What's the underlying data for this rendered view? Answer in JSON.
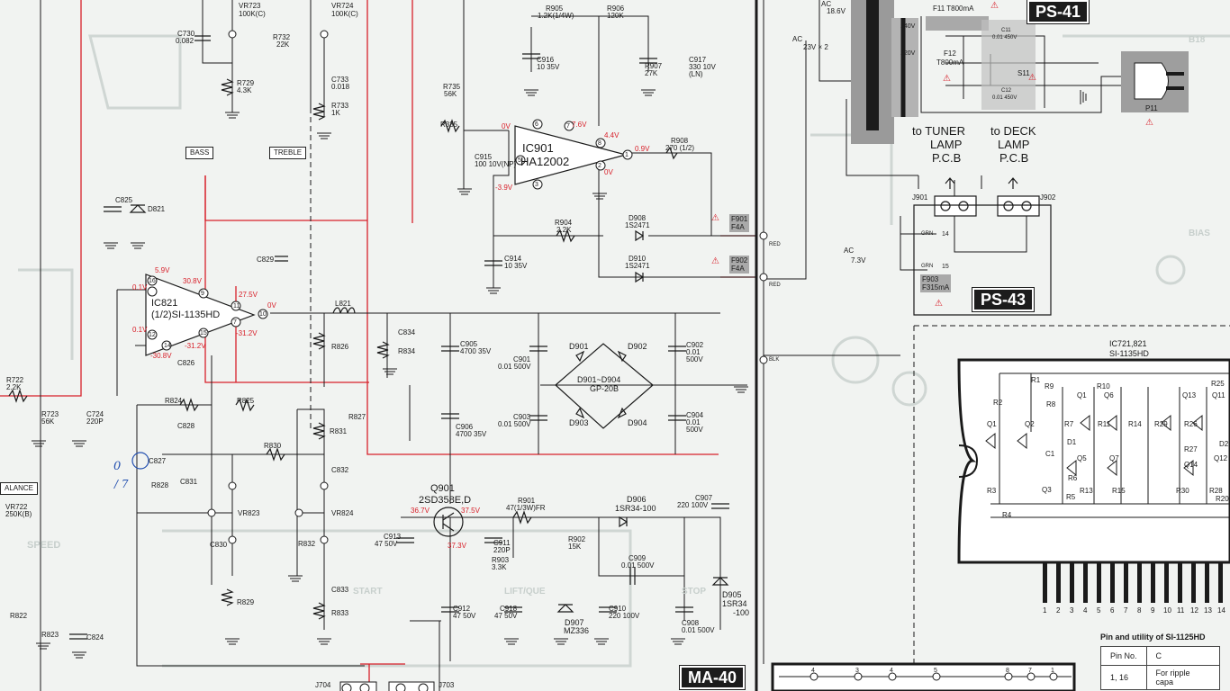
{
  "blocks": {
    "ps41": "PS-41",
    "ps43": "PS-43",
    "ma40": "MA-40"
  },
  "ics": {
    "ic901_ref": "IC901",
    "ic901_part": "HA12002",
    "ic821_ref": "IC821",
    "ic821_part": "(1/2)SI-1135HD",
    "ic721_ref": "IC721,821",
    "ic721_part": "SI-1135HD"
  },
  "tone": {
    "bass": "BASS",
    "treble": "TREBLE",
    "balance": "ALANCE"
  },
  "transformer": {
    "ac_top": "AC",
    "v_top": "18.6V",
    "ac_mid": "AC",
    "v_mid": "23V × 2",
    "ac_low": "AC",
    "v_low": "7.3V",
    "tap240": "240V",
    "tap220": "220V"
  },
  "fuses": {
    "f11": "F11 T800mA",
    "f12": "F12",
    "f12_rating": "T800mA",
    "s11": "S11",
    "c11": "C11",
    "c11_rating": "0.01 450V",
    "c12": "C12",
    "c12_rating": "0.01 450V",
    "f901": "F901",
    "f901_rating": "F4A",
    "f902": "F902",
    "f902_rating": "F4A",
    "f903": "F903",
    "f903_rating": "F315mA"
  },
  "connectors": {
    "tuner_lamp": [
      "to TUNER",
      "LAMP",
      "P.C.B"
    ],
    "deck_lamp": [
      "to DECK",
      "LAMP",
      "P.C.B"
    ],
    "j901": "J901",
    "j902": "J902",
    "j703": "J703",
    "j704": "J704",
    "p11": "P11",
    "grn": "GRN",
    "red": "RED",
    "blk": "BLK",
    "pin14": "14",
    "pin15": "15"
  },
  "components": {
    "vr723": [
      "VR723",
      "100K(C)"
    ],
    "vr724": [
      "VR724",
      "100K(C)"
    ],
    "c730": [
      "C730",
      "0.082"
    ],
    "r729": [
      "R729",
      "4.3K"
    ],
    "r732": [
      "R732",
      "22K"
    ],
    "c733": [
      "C733",
      "0.018"
    ],
    "r733": [
      "R733",
      "1K"
    ],
    "r735": [
      "R735",
      "56K"
    ],
    "r335": "R335",
    "r905": [
      "R905",
      "1.2K(1/4W)"
    ],
    "r906": [
      "R906",
      "120K"
    ],
    "c916": [
      "C916",
      "10 35V"
    ],
    "r907": [
      "R907",
      "27K"
    ],
    "c917": [
      "C917",
      "330 10V",
      "(LN)"
    ],
    "c915": [
      "C915",
      "100 10V(NP)"
    ],
    "r908": [
      "R908",
      "270 (1/2)"
    ],
    "c825": "C825",
    "d821": "D821",
    "c829": "C829",
    "l821": "L821",
    "c834": "C834",
    "r834": "R834",
    "r826": "R826",
    "c826": "C826",
    "r824": "R824",
    "r825": "R825",
    "c828": "C828",
    "r827": "R827",
    "r831": "R831",
    "c832": "C832",
    "r830": "R830",
    "c827": "C827",
    "r828": "R828",
    "c831": "C831",
    "vr823": "VR823",
    "vr824": "VR824",
    "c830": "C830",
    "r832": "R832",
    "c833": "C833",
    "r833": "R833",
    "r829": "R829",
    "r722": [
      "R722",
      "2.2K"
    ],
    "r723": [
      "R723",
      "56K"
    ],
    "c724": [
      "C724",
      "220P"
    ],
    "vr722": [
      "VR722",
      "250K(B)"
    ],
    "r822": "R822",
    "r823": "R823",
    "c824": "C824",
    "d908": [
      "D908",
      "1S2471"
    ],
    "d910": [
      "D910",
      "1S2471"
    ],
    "r904": [
      "R904",
      "2.2K"
    ],
    "c914": [
      "C914",
      "10 35V"
    ],
    "c905": [
      "C905",
      "4700 35V"
    ],
    "c906": [
      "C906",
      "4700 35V"
    ],
    "c901": [
      "C901",
      "0.01 500V"
    ],
    "c902": [
      "C902",
      "0.01",
      "500V"
    ],
    "c903": [
      "C903",
      "0.01 500V"
    ],
    "c904": [
      "C904",
      "0.01",
      "500V"
    ],
    "d901": "D901",
    "d902": "D902",
    "d903": "D903",
    "d904": "D904",
    "bridge": [
      "D901~D904",
      "GP-20B"
    ],
    "q901": [
      "Q901",
      "2SD358E,D"
    ],
    "r901": [
      "R901",
      "47(1/3W)FR"
    ],
    "d906": [
      "D906",
      "1SR34-100"
    ],
    "c907": [
      "C907",
      "220 100V"
    ],
    "c913": [
      "C913",
      "47 50V"
    ],
    "c911": [
      "C911",
      "220P"
    ],
    "r902": [
      "R902",
      "15K"
    ],
    "r903": [
      "R903",
      "3.3K"
    ],
    "c909": [
      "C909",
      "0.01 500V"
    ],
    "c912": [
      "C912",
      "47 50V"
    ],
    "c918": [
      "C918",
      "47 50V"
    ],
    "c910": [
      "C910",
      "220 100V"
    ],
    "d907": [
      "D907",
      "MZ336"
    ],
    "c908": [
      "C908",
      "0.01 500V"
    ],
    "d905": [
      "D905",
      "1SR34",
      "-100"
    ]
  },
  "voltages": {
    "ic901": [
      "0V",
      "7.6V",
      "4.4V",
      "0.9V",
      "0V",
      "-3.9V"
    ],
    "ic821": [
      "5.9V",
      "30.8V",
      "27.5V",
      "0V",
      "-31.2V",
      "-31.2V",
      "-30.8V",
      "0.1V",
      "0.1V"
    ],
    "q901": [
      "36.7V",
      "37.5V",
      "37.3V"
    ]
  },
  "pins": {
    "ic901": [
      "6",
      "7",
      "8",
      "1",
      "2",
      "3",
      "5"
    ],
    "ic821": [
      "16",
      "9",
      "11",
      "10",
      "15",
      "12",
      "14",
      "7"
    ]
  },
  "ic_internal": [
    "R1",
    "R2",
    "R9",
    "R10",
    "R25",
    "Q1",
    "Q6",
    "Q13",
    "Q11",
    "Q1",
    "Q2",
    "R7",
    "R8",
    "D1",
    "R11",
    "R14",
    "R29",
    "R26",
    "R27",
    "D2",
    "C1",
    "R6",
    "Q5",
    "Q7",
    "Q14",
    "Q12",
    "Q3",
    "R5",
    "R3",
    "R13",
    "R15",
    "R30",
    "R28",
    "R20",
    "R4"
  ],
  "ic_pin_numbers": [
    "1",
    "2",
    "3",
    "4",
    "5",
    "6",
    "7",
    "8",
    "9",
    "10",
    "11",
    "12",
    "13",
    "14"
  ],
  "bottom_conn_pins": [
    "4",
    "3",
    "4",
    "5",
    "8",
    "7",
    "1"
  ],
  "pin_table": {
    "title": "Pin and utility of SI-1125HD",
    "headers": [
      "Pin No.",
      "C"
    ],
    "rows": [
      [
        "1, 16",
        "For ripple capa"
      ]
    ]
  },
  "handwriting": [
    "0",
    "/ 7"
  ],
  "bg_labels": [
    "SPEED",
    "START",
    "LIFT/QUE",
    "STOP",
    "B18",
    "BIAS"
  ],
  "colors": {
    "wire_red": "#d8202a",
    "ink": "#1a1a1a",
    "paper": "#f1f3f1",
    "fuse_gray": "#a9a9a9",
    "handwriting": "#2450b0"
  }
}
